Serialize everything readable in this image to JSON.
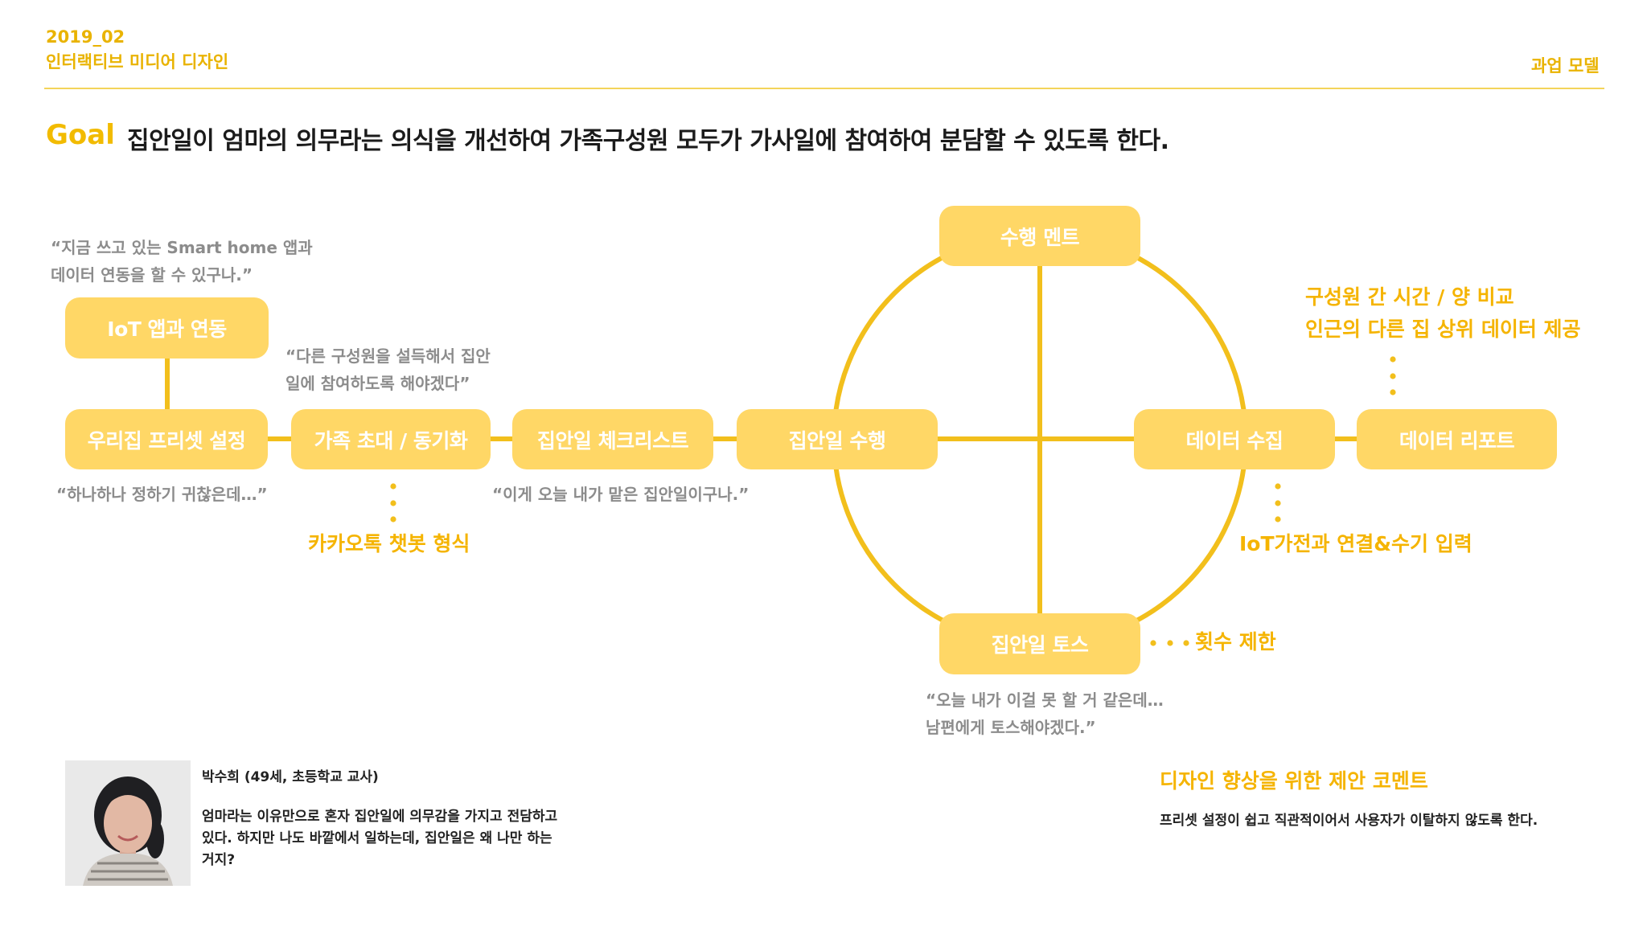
{
  "header": {
    "date": "2019_02",
    "course": "인터랙티브 미디어 디자인",
    "section": "과업 모델"
  },
  "goal": {
    "label": "Goal",
    "text": "집안일이 엄마의 의무라는 의식을 개선하여 가족구성원 모두가 가사일에 참여하여 분담할 수 있도록 한다."
  },
  "nodes": {
    "iot": "IoT 앱과 연동",
    "preset": "우리집 프리셋 설정",
    "invite": "가족 초대 / 동기화",
    "checklist": "집안일 체크리스트",
    "perform": "집안일 수행",
    "mention": "수행 멘트",
    "collect": "데이터 수집",
    "report": "데이터 리포트",
    "toss": "집안일 토스"
  },
  "quotes": {
    "smart_home": [
      "“지금 쓰고 있는 Smart home 앱과",
      "데이터 연동을 할 수 있구나.”"
    ],
    "persuade": [
      "“다른 구성원을 설득해서 집안",
      "일에 참여하도록 해야겠다”"
    ],
    "tedious": "“하나하나 정하기 귀찮은데…”",
    "assigned": "“이게 오늘 내가 맡은 집안일이구나.”",
    "toss": [
      "“오늘 내가 이걸 못 할 거 같은데…",
      "남편에게 토스해야겠다.”"
    ]
  },
  "annotations": {
    "kakao": "카카오톡 챗봇 형식",
    "compare": [
      "구성원 간 시간 / 양 비교",
      "인근의 다른 집 상위 데이터 제공"
    ],
    "iot_input": "IoT가전과 연결&수기 입력",
    "limit": "횟수 제한"
  },
  "persona": {
    "name": "박수희 (49세, 초등학교 교사)",
    "quote": "엄마라는 이유만으로 혼자 집안일에 의무감을 가지고 전담하고 있다. 하지만 나도 바깥에서 일하는데, 집안일은 왜 나만 하는거지?"
  },
  "comment": {
    "title": "디자인 향상을 위한 제안 코멘트",
    "body": "프리셋 설정이 쉽고 직관적이어서 사용자가 이탈하지 않도록 한다."
  },
  "colors": {
    "accent": "#f2bb00",
    "node_fill": "#ffd766",
    "line": "#f2bf1c",
    "quote_gray": "#8c8c8c"
  }
}
